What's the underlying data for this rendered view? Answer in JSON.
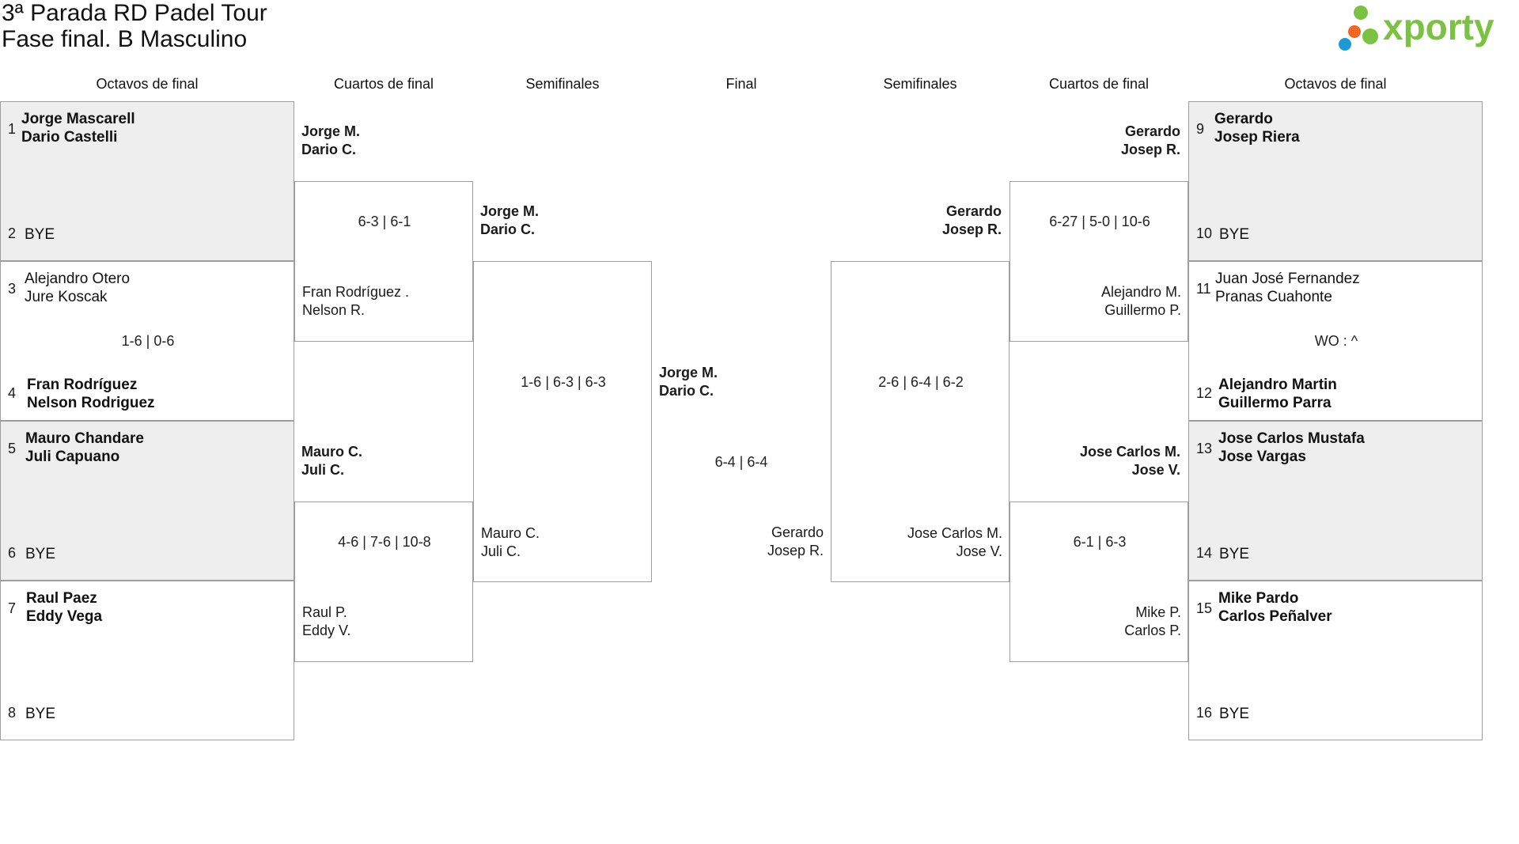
{
  "title": {
    "line1": "3ª Parada RD Padel Tour",
    "line2": "Fase final. B Masculino"
  },
  "logo": {
    "text": "xporty",
    "colors": {
      "green": "#7cc242",
      "blue": "#1a9ad6",
      "orange": "#f26722"
    }
  },
  "headers": {
    "left_r16": "Octavos de final",
    "left_qf": "Cuartos de final",
    "left_sf": "Semifinales",
    "final": "Final",
    "right_sf": "Semifinales",
    "right_qf": "Cuartos de final",
    "right_r16": "Octavos de final"
  },
  "r16_left": [
    {
      "seed_a": "1",
      "a1": "Jorge Mascarell",
      "a2": "Dario Castelli",
      "score": "",
      "seed_b": "2",
      "b1": "BYE",
      "b2": ""
    },
    {
      "seed_a": "3",
      "a1": "Alejandro Otero",
      "a2": "Jure Koscak",
      "score": "1-6 | 0-6",
      "seed_b": "4",
      "b1": "Fran Rodríguez",
      "b2": "Nelson Rodriguez"
    },
    {
      "seed_a": "5",
      "a1": "Mauro Chandare",
      "a2": "Juli Capuano",
      "score": "",
      "seed_b": "6",
      "b1": "BYE",
      "b2": ""
    },
    {
      "seed_a": "7",
      "a1": "Raul Paez",
      "a2": "Eddy Vega",
      "score": "",
      "seed_b": "8",
      "b1": "BYE",
      "b2": ""
    }
  ],
  "r16_right": [
    {
      "seed_a": "9",
      "a1": "Gerardo",
      "a2": "Josep Riera",
      "score": "",
      "seed_b": "10",
      "b1": "BYE",
      "b2": ""
    },
    {
      "seed_a": "11",
      "a1": "Juan José Fernandez",
      "a2": "Pranas Cuahonte",
      "score": "WO : ^",
      "seed_b": "12",
      "b1": "Alejandro Martin",
      "b2": "Guillermo Parra"
    },
    {
      "seed_a": "13",
      "a1": "Jose Carlos Mustafa",
      "a2": "Jose Vargas",
      "score": "",
      "seed_b": "14",
      "b1": "BYE",
      "b2": ""
    },
    {
      "seed_a": "15",
      "a1": "Mike Pardo",
      "a2": "Carlos Peñalver",
      "score": "",
      "seed_b": "16",
      "b1": "BYE",
      "b2": ""
    }
  ],
  "qf_left": [
    {
      "a1": "Jorge M.",
      "a2": "Dario C.",
      "score": "6-3 | 6-1",
      "b1": "Fran Rodríguez .",
      "b2": "Nelson R."
    },
    {
      "a1": "Mauro C.",
      "a2": "Juli C.",
      "score": "4-6 | 7-6 | 10-8",
      "b1": "Raul P.",
      "b2": "Eddy V."
    }
  ],
  "qf_right": [
    {
      "a1": "Gerardo",
      "a2": "Josep R.",
      "score": "6-27 | 5-0 | 10-6",
      "b1": "Alejandro M.",
      "b2": "Guillermo P."
    },
    {
      "a1": "Jose Carlos M.",
      "a2": "Jose V.",
      "score": "6-1 | 6-3",
      "b1": "Mike P.",
      "b2": "Carlos P."
    }
  ],
  "sf_left": {
    "a1": "Jorge M.",
    "a2": "Dario C.",
    "score": "1-6 | 6-3 | 6-3",
    "b1": "Mauro C.",
    "b2": "Juli C."
  },
  "sf_right": {
    "a1": "Gerardo",
    "a2": "Josep R.",
    "score": "2-6 | 6-4 | 6-2",
    "b1": "Jose Carlos M.",
    "b2": "Jose V."
  },
  "final": {
    "a1": "Jorge M.",
    "a2": "Dario C.",
    "score": "6-4 | 6-4",
    "b1": "Gerardo",
    "b2": "Josep R."
  }
}
